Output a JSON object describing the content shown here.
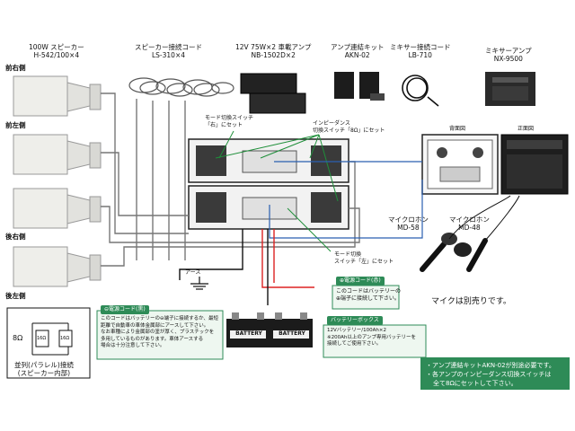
{
  "labels": {
    "speaker_top": "100W スピーカー",
    "speaker_model": "H-542/100×4",
    "cord": "スピーカー接続コード",
    "cord_model": "LS-310×4",
    "amp": "12V 75W×2 車載アンプ",
    "amp_model": "NB-1502D×2",
    "kit": "アンプ連結キット",
    "kit_model": "AKN-02",
    "mixcord": "ミキサー接続コード",
    "mixcord_model": "LB-710",
    "mixer": "ミキサーアンプ",
    "mixer_model": "NX-9500"
  },
  "sides": {
    "front_right": "前右側",
    "front_left": "前左側",
    "rear_right": "後右側",
    "rear_left": "後左側"
  },
  "callouts": {
    "mode_right": "モード切換スイッチ\n「右」にセット",
    "impedance": "インピーダンス\n切換スイッチ「8Ω」にセット",
    "mode_left": "モード切換\nスイッチ「左」にセット",
    "back_view": "背面図",
    "front_view": "正面図",
    "earth": "アース"
  },
  "mics": {
    "mic1": "マイクロホン",
    "mic1_model": "MD-58",
    "mic2": "マイクロホン",
    "mic2_model": "MD-48",
    "note": "マイクは別売りです。"
  },
  "neg_cord": {
    "title": "⊖電源コード(黒)",
    "body": "このコードはバッテリーの⊖端子に接続するか、最短\n距離で自動車の車体金属部にアースして下さい。\nなお車種により金属部の塗が厚く、プラスチックを\n多用しているものがあります。車体アースする\n場合は十分注意して下さい。"
  },
  "pos_cord": {
    "title": "⊕電源コード(赤)",
    "body": "このコードはバッテリーの\n⊕端子に接続して下さい。"
  },
  "battery": {
    "label": "BATTERY",
    "box_title": "バッテリーボックス",
    "box_body": "12Vバッテリー/100Ah×2\n※200Ah以上のアンプ専用バッテリーを\n接続してご使用下さい。"
  },
  "legend": {
    "ohm": "8Ω",
    "coil": "16Ω",
    "caption": "並列(パラレル)接続",
    "sub": "(スピーカー内部)"
  },
  "requirement": {
    "line1": "・アンプ連結キットAKN-02が別途必要です。",
    "line2": "・各アンプのインピーダンス切換スイッチは",
    "line3": "全て8Ωにセットして下さい。"
  }
}
